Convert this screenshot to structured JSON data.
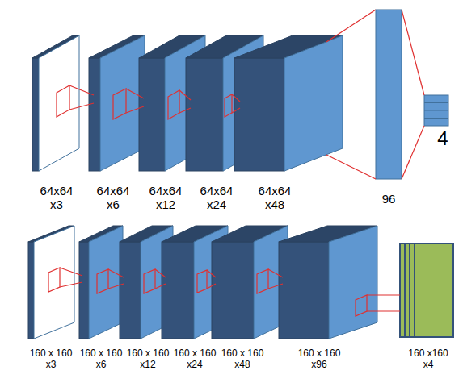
{
  "diagram": {
    "labels": [
      "64x64 x3",
      "64x64 x6",
      "64x64 x12",
      "64x64 x24",
      "64x64 x48",
      "96",
      "4",
      "160 x 160 x3",
      "160 x 160 x6",
      "160 x 160 x12",
      "160 x 160 x24",
      "160 x 160 x48",
      "160 x 160 x96",
      "160 x160 x4"
    ]
  }
}
